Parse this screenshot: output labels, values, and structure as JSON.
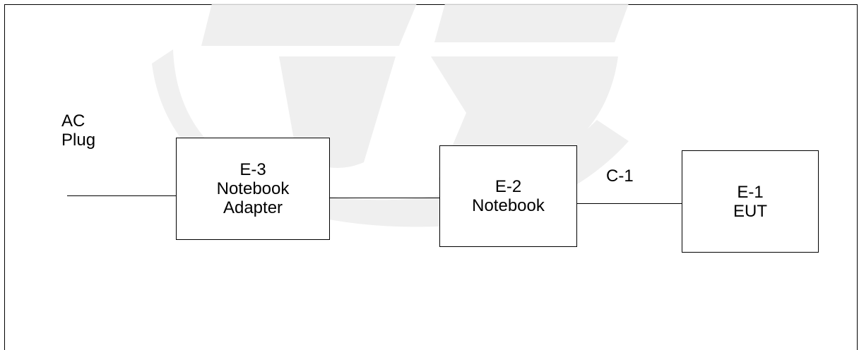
{
  "diagram": {
    "ac_plug": {
      "line1": "AC",
      "line2": "Plug"
    },
    "e3": {
      "id": "E-3",
      "line1": "Notebook",
      "line2": "Adapter"
    },
    "e2": {
      "id": "E-2",
      "line1": "Notebook"
    },
    "e1": {
      "id": "E-1",
      "line1": "EUT"
    },
    "cable": {
      "label": "C-1"
    }
  },
  "colors": {
    "stroke": "#000000",
    "watermark": "#ececec"
  }
}
